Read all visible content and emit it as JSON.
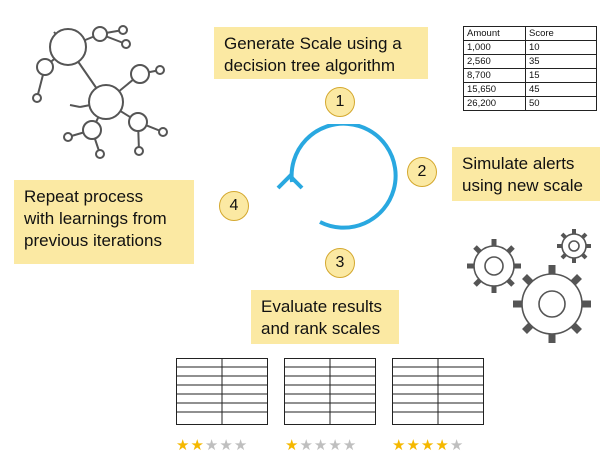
{
  "steps": [
    {
      "number": "1",
      "label": "Generate Scale using a decision tree algorithm"
    },
    {
      "number": "2",
      "label": "Simulate alerts using new scale"
    },
    {
      "number": "3",
      "label": "Evaluate results and rank scales"
    },
    {
      "number": "4",
      "label": "Repeat process with learnings from previous iterations"
    }
  ],
  "step_labels": {
    "s1_line1": "Generate Scale using a",
    "s1_line2": "decision tree algorithm",
    "s2_line1": "Simulate alerts",
    "s2_line2": "using new scale",
    "s3_line1": "Evaluate results",
    "s3_line2": "and rank scales",
    "s4_line1": "Repeat process",
    "s4_line2": "with learnings from",
    "s4_line3": "previous iterations"
  },
  "score_table": {
    "headers": [
      "Amount",
      "Score"
    ],
    "rows": [
      [
        "1,000",
        "10"
      ],
      [
        "2,560",
        "35"
      ],
      [
        "8,700",
        "15"
      ],
      [
        "15,650",
        "45"
      ],
      [
        "26,200",
        "50"
      ]
    ]
  },
  "ratings": [
    {
      "stars_filled": 2,
      "stars_total": 5
    },
    {
      "stars_filled": 1,
      "stars_total": 5
    },
    {
      "stars_filled": 4,
      "stars_total": 5
    }
  ],
  "colors": {
    "callout_fill": "#fbe9a3",
    "cycle_arrow": "#29a8e0",
    "star_on": "#f5b800",
    "star_off": "#bfbfbf"
  },
  "icons": [
    "network-molecule-icon",
    "cycle-arrow-icon",
    "gears-icon",
    "table-grid-icon",
    "star-icon"
  ]
}
